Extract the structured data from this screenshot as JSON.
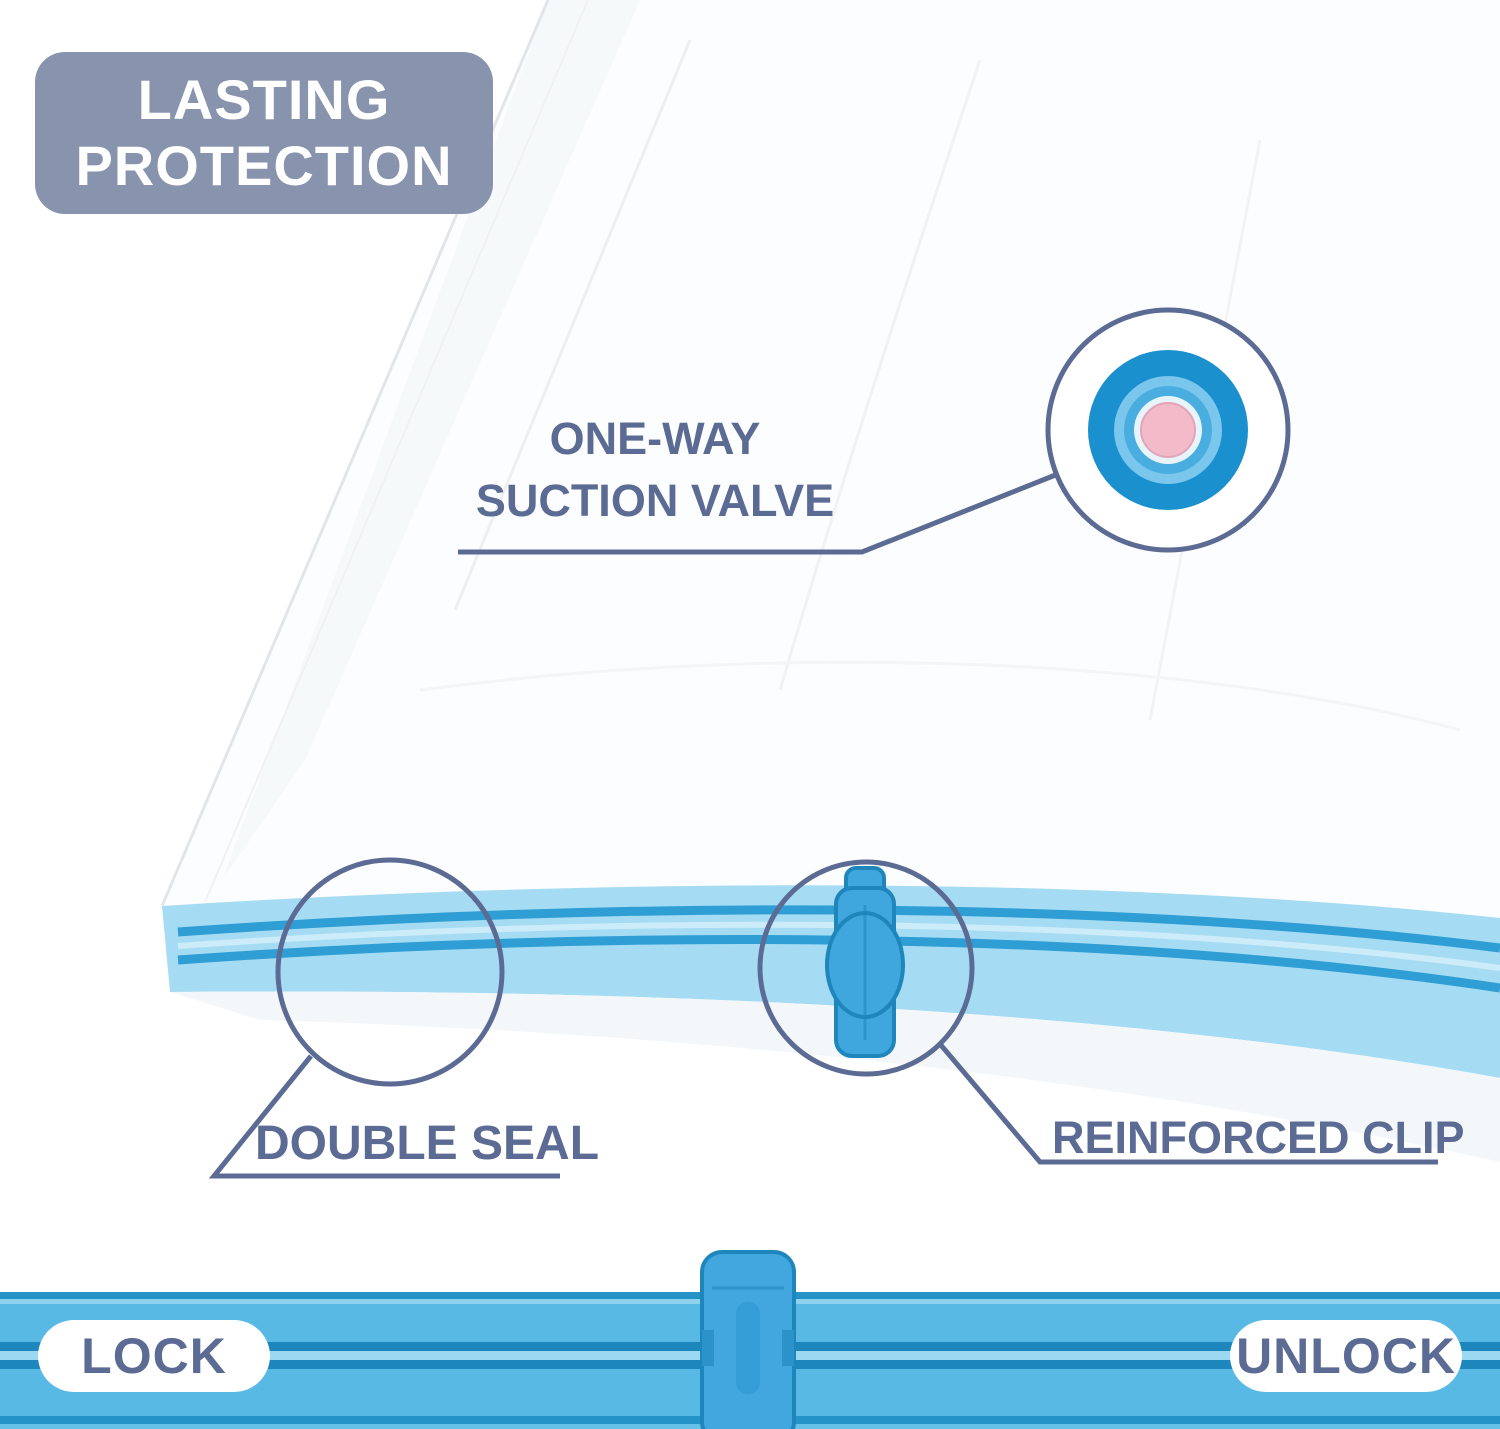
{
  "badge": {
    "line1": "LASTING",
    "line2": "PROTECTION"
  },
  "annotations": {
    "valve_line1": "ONE-WAY",
    "valve_line2": "SUCTION VALVE",
    "double_seal": "DOUBLE SEAL",
    "reinforced_clip": "REINFORCED CLIP"
  },
  "seal_bar": {
    "lock_label": "LOCK",
    "unlock_label": "UNLOCK"
  },
  "colors": {
    "accent_slate": "#5C6B94",
    "badge_bg": "#8893AE",
    "seal_strip_blue": "#57B9E4",
    "seal_rail_blue": "#1D86BC",
    "clip_blue": "#42A7DF",
    "valve_blue": "#1E96D3",
    "valve_pink": "#F3BACA"
  }
}
